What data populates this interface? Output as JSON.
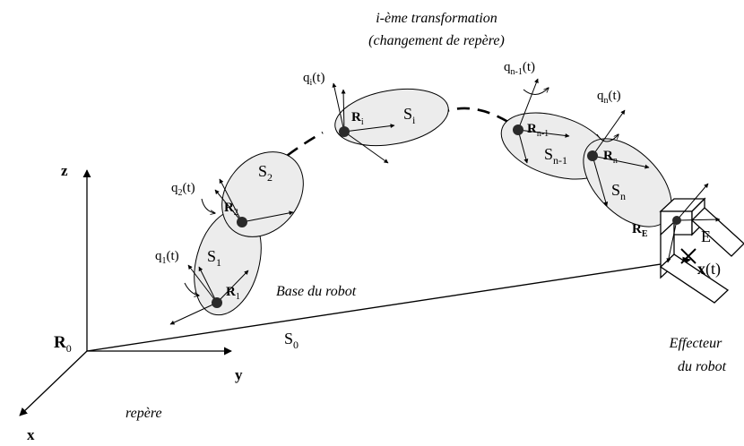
{
  "title_line1": "i-ème transformation",
  "title_line2": "(changement de repère)",
  "base_frame": {
    "name": "R",
    "sub": "0",
    "solid": "S",
    "solid_sub": "0"
  },
  "axes": {
    "z": "z",
    "y": "y",
    "x": "x"
  },
  "labels": {
    "base_robot": "Base du robot",
    "repere": "repère",
    "effector_line1": "Effecteur",
    "effector_line2": "du robot",
    "effector_point": "E",
    "effector_pos": "x",
    "effector_pos_arg": "(t)"
  },
  "segments": [
    {
      "frame": "R",
      "frame_sub": "1",
      "solid": "S",
      "solid_sub": "1",
      "joint": "q",
      "joint_sub": "1",
      "joint_arg": "(t)"
    },
    {
      "frame": "R",
      "frame_sub": "2",
      "solid": "S",
      "solid_sub": "2",
      "joint": "q",
      "joint_sub": "2",
      "joint_arg": "(t)"
    },
    {
      "frame": "R",
      "frame_sub": "i",
      "solid": "S",
      "solid_sub": "i",
      "joint": "q",
      "joint_sub": "i",
      "joint_arg": "(t)"
    },
    {
      "frame": "R",
      "frame_sub": "n-1",
      "solid": "S",
      "solid_sub": "n-1",
      "joint": "q",
      "joint_sub": "n-1",
      "joint_arg": "(t)"
    },
    {
      "frame": "R",
      "frame_sub": "n",
      "solid": "S",
      "solid_sub": "n",
      "joint": "q",
      "joint_sub": "n",
      "joint_arg": "(t)"
    }
  ],
  "effector_frame": {
    "name": "R",
    "sub": "E"
  }
}
